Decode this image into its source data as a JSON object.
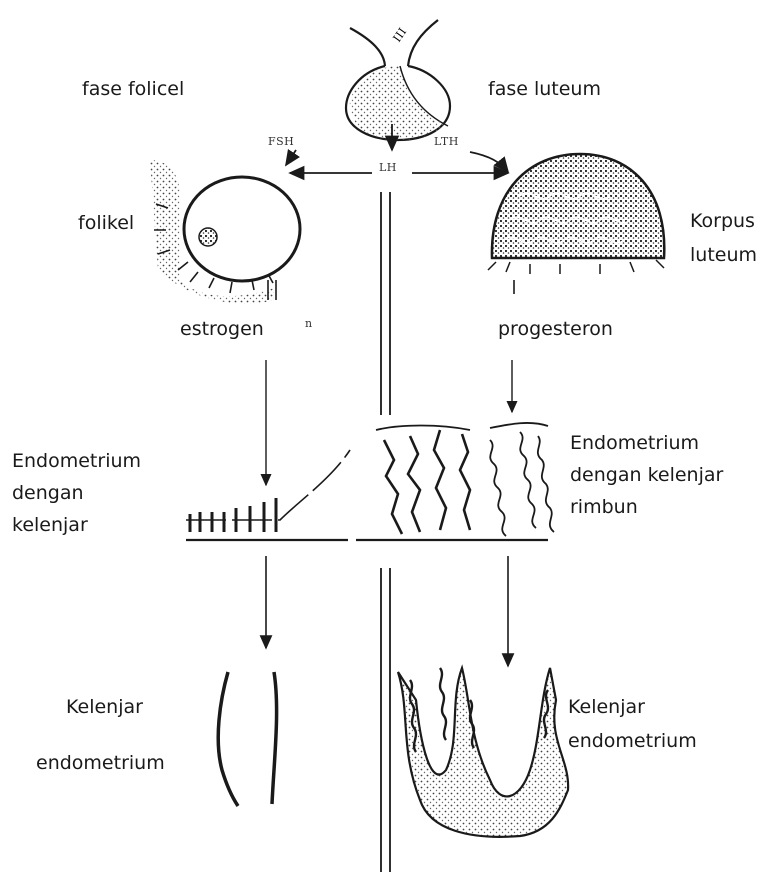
{
  "labels": {
    "phase_follicular": "fase folicel",
    "phase_luteal": "fase luteum",
    "follicle": "folikel",
    "corpus_luteum_line1": "Korpus",
    "corpus_luteum_line2": "luteum",
    "estrogen": "estrogen",
    "progesterone": "progesteron",
    "endo_gland_line1": "Endometrium",
    "endo_gland_line2": "dengan",
    "endo_gland_line3": "kelenjar",
    "endo_lush_line1": "Endometrium",
    "endo_lush_line2": "dengan kelenjar",
    "endo_lush_line3": "rimbun",
    "gland_left_line1": "Kelenjar",
    "gland_left_line2": "endometrium",
    "gland_right_line1": "Kelenjar",
    "gland_right_line2": "endometrium"
  },
  "hormones": {
    "fsh": "FSH",
    "lh": "LH",
    "lth": "LTH",
    "roman": "III",
    "stray_mark": "n"
  },
  "colors": {
    "ink": "#1a1a1a",
    "stipple": "#555555"
  }
}
